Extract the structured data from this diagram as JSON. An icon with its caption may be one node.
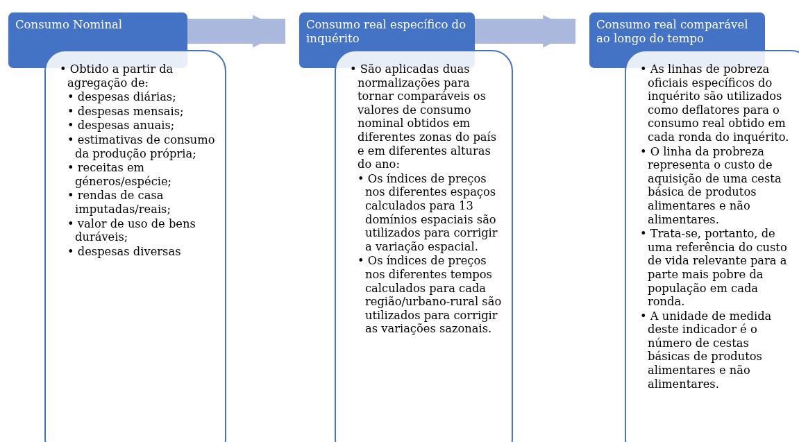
{
  "diagram": {
    "nodes": [
      {
        "text": [
          "Consumo Nominal"
        ]
      },
      {
        "text": [
          "• Obtido a partir da agregação de:",
          "• despesas diárias;",
          "• despesas mensais;",
          "• despesas anuais;",
          "• estimativas de consumo da produção própria;",
          "• receitas em géneros/espécie;",
          "• rendas de casa imputadas/reais;",
          "• valor de uso de bens duráveis;",
          "• despesas diversas"
        ]
      },
      {
        "text": [
          "Consumo real específico do inquérito"
        ]
      },
      {
        "text": [
          "• São aplicadas duas normalizações para tornar comparáveis os valores de consumo nominal obtidos em diferentes zonas do país e em diferentes alturas do ano:",
          "• Os índices de preços nos diferentes espaços calculados para 13 domínios espaciais são utilizados para corrigir a variação espacial.",
          "• Os índices de preços nos diferentes tempos calculados para cada região/urbano-rural são utilizados para corrigir as variações sazonais."
        ]
      },
      {
        "text": [
          "Consumo real comparável ao longo do tempo"
        ]
      },
      {
        "text": [
          "• As linhas de pobreza oficiais específicos do inquérito são utilizados como deflatores para o consumo real obtido em cada ronda do inquérito.",
          "• O linha da probreza representa o custo de aquisição de uma cesta básica de produtos alimentares e não alimentares.",
          "• Trata-se, portanto, de uma referência do custo de vida relevante para a parte mais pobre da população em cada ronda.",
          "• A unidade de medida deste indicador é o número de cestas básicas de produtos alimentares e não alimentares."
        ]
      }
    ],
    "edges": [
      {
        "from": 0,
        "to": 2,
        "arrow": "to"
      },
      {
        "from": 2,
        "to": 4,
        "arrow": "to"
      }
    ]
  }
}
